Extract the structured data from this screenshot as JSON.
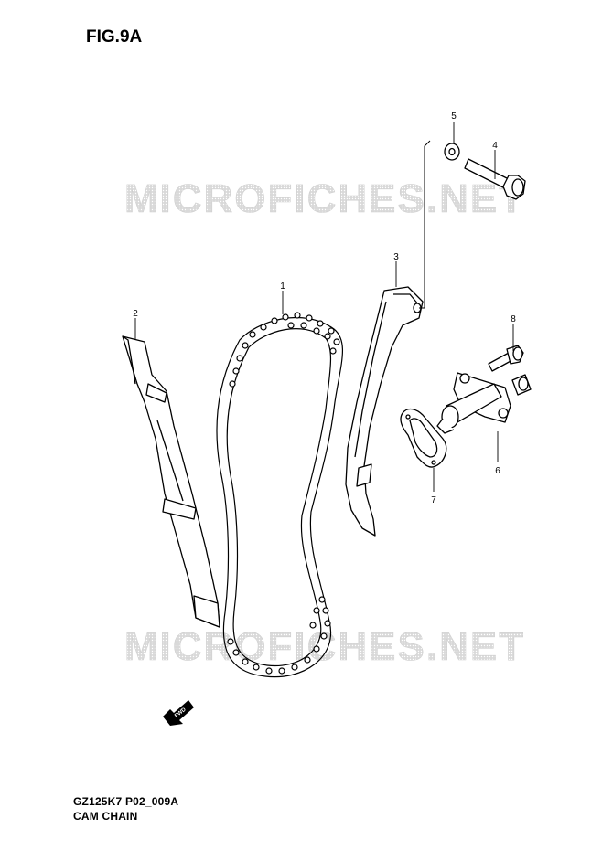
{
  "figure": {
    "title": "FIG.9A",
    "code": "GZ125K7 P02_009A",
    "caption": "CAM CHAIN"
  },
  "watermark": {
    "text": "MICROFICHES.NET",
    "color": "#c8c8c8"
  },
  "fwd_label": "FWD",
  "parts": [
    {
      "id": "cam-chain",
      "number": "1"
    },
    {
      "id": "chain-guide",
      "number": "2"
    },
    {
      "id": "chain-tensioner-arm",
      "number": "3"
    },
    {
      "id": "bolt",
      "number": "4"
    },
    {
      "id": "washer",
      "number": "5"
    },
    {
      "id": "chain-tension-adjuster",
      "number": "6"
    },
    {
      "id": "gasket",
      "number": "7"
    },
    {
      "id": "adjuster-bolt",
      "number": "8"
    }
  ]
}
